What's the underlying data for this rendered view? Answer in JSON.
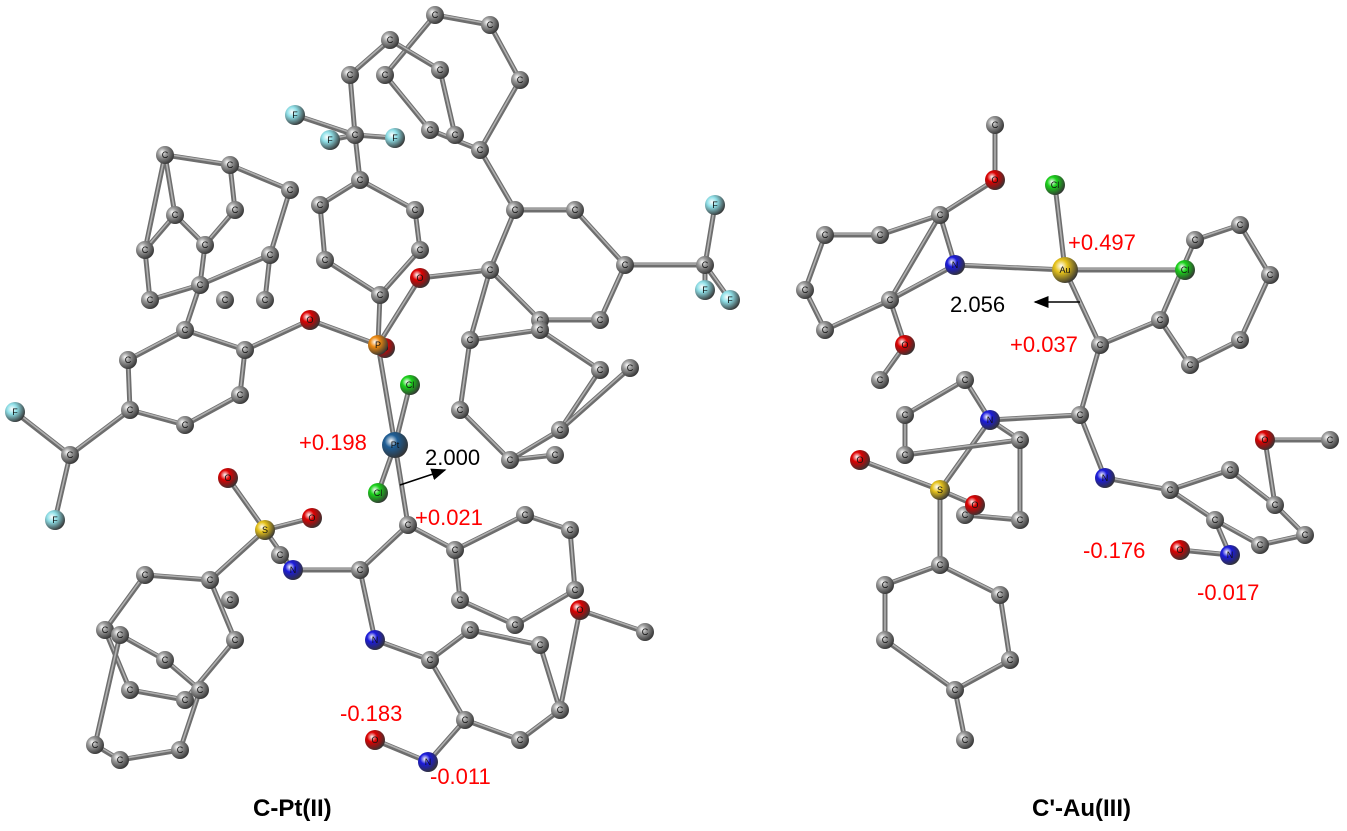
{
  "figure": {
    "panels": [
      {
        "id": "left",
        "caption": "C-Pt(II)",
        "metal": "Pt",
        "charges": {
          "metal": "+0.198",
          "carbene_c": "+0.021",
          "oxygen": "-0.183",
          "nitrogen": "-0.011"
        },
        "distance": "2.000"
      },
      {
        "id": "right",
        "caption": "C'-Au(III)",
        "metal": "Au",
        "charges": {
          "metal": "+0.497",
          "carbene_c": "+0.037",
          "oxygen": "-0.176",
          "nitrogen": "-0.017"
        },
        "distance": "2.056"
      }
    ],
    "atom_colors": {
      "C": "#9a9a9a",
      "N": "#1a1adc",
      "O": "#dd0000",
      "F": "#8fe0e8",
      "P": "#ee8a10",
      "Cl": "#19d219",
      "S": "#e6c21a",
      "Pt": "#1e5e96",
      "Au": "#e6c21a"
    },
    "label_color": "#ff0000"
  }
}
